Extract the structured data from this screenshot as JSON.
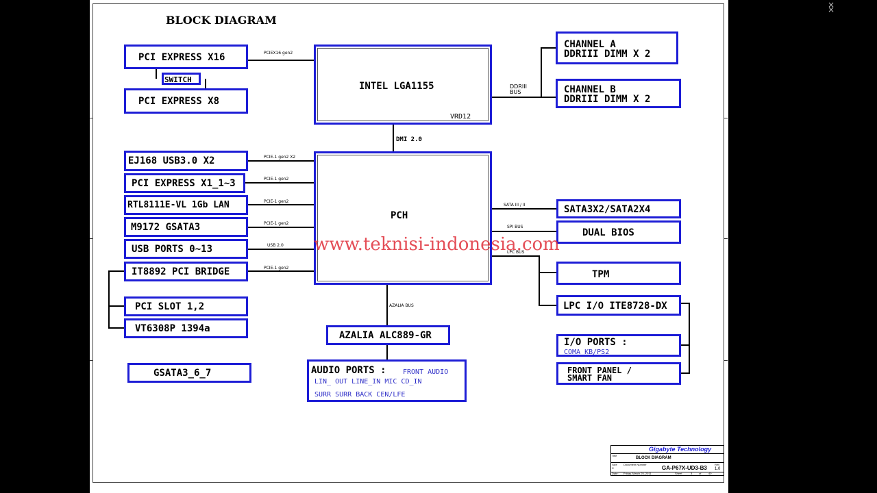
{
  "diagram_title": "BLOCK DIAGRAM",
  "watermark": "www.teknisi-indonesia.com",
  "blocks": {
    "pcie_x16": "PCI EXPRESS X16",
    "switch": "SWITCH",
    "pcie_x8": "PCI EXPRESS X8",
    "cpu": "INTEL LGA1155",
    "vrd": "VRD12",
    "ch_a_1": "CHANNEL A",
    "ch_a_2": "DDRIII  DIMM X 2",
    "ch_b_1": "CHANNEL B",
    "ch_b_2": "DDRIII DIMM X 2",
    "pch": "PCH",
    "usb3": "EJ168 USB3.0 X2",
    "pcie_x1": "PCI EXPRESS X1_1~3",
    "lan": "RTL8111E-VL 1Gb LAN",
    "gsata3": "M9172 GSATA3",
    "usb_ports": "USB PORTS 0~13",
    "pci_bridge": "IT8892 PCI BRIDGE",
    "pci_slot": "PCI SLOT 1,2",
    "vt6308": "VT6308P 1394a",
    "gsata3_67": "GSATA3_6_7",
    "sata": "SATA3X2/SATA2X4",
    "dual_bios": "DUAL BIOS",
    "tpm": "TPM",
    "lpc_io": "LPC I/O ITE8728-DX",
    "io_ports": "I/O PORTS :",
    "io_ports_sub": "COMA  KB/PS2",
    "front_panel_1": "FRONT PANEL  /",
    "front_panel_2": "SMART FAN",
    "azalia": "AZALIA ALC889-GR",
    "audio_ports": "AUDIO PORTS :",
    "front_audio": "FRONT AUDIO",
    "audio_row1": "LIN_ OUT   LINE_IN   MIC  CD_IN",
    "audio_row2": "SURR    SURR BACK    CEN/LFE"
  },
  "buses": {
    "pciex16": "PCIEX16 gen2",
    "ddr_1": "DDRIII",
    "ddr_2": "BUS",
    "dmi": "DMI 2.0",
    "usb3": "PCIE-1 gen2 X2",
    "pcie_x1": "PCIE-1 gen2",
    "lan": "PCIE-1 gen2",
    "gsata3": "PCIE-1 gen2",
    "usb": "USB 2.0",
    "bridge": "PCIE-1 gen2",
    "sata": "SATA III / II",
    "spi": "SPI BUS",
    "lpc": "LPC BUS",
    "azalia": "AZALIA BUS"
  },
  "title_block": {
    "company": "Gigabyte Technology",
    "title_label": "Title",
    "title": "BLOCK DIAGRAM",
    "size_label": "Size",
    "size": "C",
    "docnum_label": "Document Number",
    "docnum": "GA-P67X-UD3-B3",
    "rev_label": "Rev",
    "rev": "1.0",
    "date_label": "Date:",
    "date": "Friday, March 25, 2011",
    "sheet_label": "Sheet",
    "sheet": "3",
    "of_label": "of",
    "of": "40"
  },
  "colors": {
    "box_border": "#1d1dd6",
    "watermark": "#e0303a",
    "company": "#1d1dd6"
  }
}
